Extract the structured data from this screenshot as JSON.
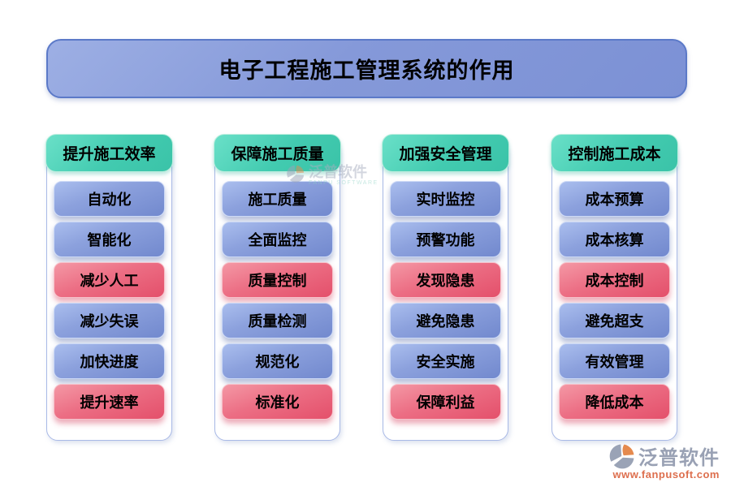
{
  "title": "电子工程施工管理系统的作用",
  "columns": [
    {
      "header": "提升施工效率",
      "items": [
        {
          "label": "自动化",
          "variant": "blue"
        },
        {
          "label": "智能化",
          "variant": "blue"
        },
        {
          "label": "减少人工",
          "variant": "red"
        },
        {
          "label": "减少失误",
          "variant": "blue"
        },
        {
          "label": "加快进度",
          "variant": "blue"
        },
        {
          "label": "提升速率",
          "variant": "red"
        }
      ]
    },
    {
      "header": "保障施工质量",
      "items": [
        {
          "label": "施工质量",
          "variant": "blue"
        },
        {
          "label": "全面监控",
          "variant": "blue"
        },
        {
          "label": "质量控制",
          "variant": "red"
        },
        {
          "label": "质量检测",
          "variant": "blue"
        },
        {
          "label": "规范化",
          "variant": "blue"
        },
        {
          "label": "标准化",
          "variant": "red"
        }
      ]
    },
    {
      "header": "加强安全管理",
      "items": [
        {
          "label": "实时监控",
          "variant": "blue"
        },
        {
          "label": "预警功能",
          "variant": "blue"
        },
        {
          "label": "发现隐患",
          "variant": "red"
        },
        {
          "label": "避免隐患",
          "variant": "blue"
        },
        {
          "label": "安全实施",
          "variant": "blue"
        },
        {
          "label": "保障利益",
          "variant": "red"
        }
      ]
    },
    {
      "header": "控制施工成本",
      "items": [
        {
          "label": "成本预算",
          "variant": "blue"
        },
        {
          "label": "成本核算",
          "variant": "blue"
        },
        {
          "label": "成本控制",
          "variant": "red"
        },
        {
          "label": "避免超支",
          "variant": "blue"
        },
        {
          "label": "有效管理",
          "variant": "blue"
        },
        {
          "label": "降低成本",
          "variant": "red"
        }
      ]
    }
  ],
  "watermark": {
    "brand": "泛普软件",
    "brand_en": "FANPU SOFTWARE",
    "url": "www.fanpusoft.com"
  },
  "colors": {
    "title_fill": "#8599d9",
    "title_border": "#5b79c8",
    "header_teal": "#3cc6aa",
    "blue_button": "#7289ce",
    "red_button": "#e4506b",
    "container_border": "#a9b9e6",
    "logo_gray": "#9aa3b6",
    "logo_orange": "#e58a4e",
    "url_orange": "#dd6f4e"
  }
}
